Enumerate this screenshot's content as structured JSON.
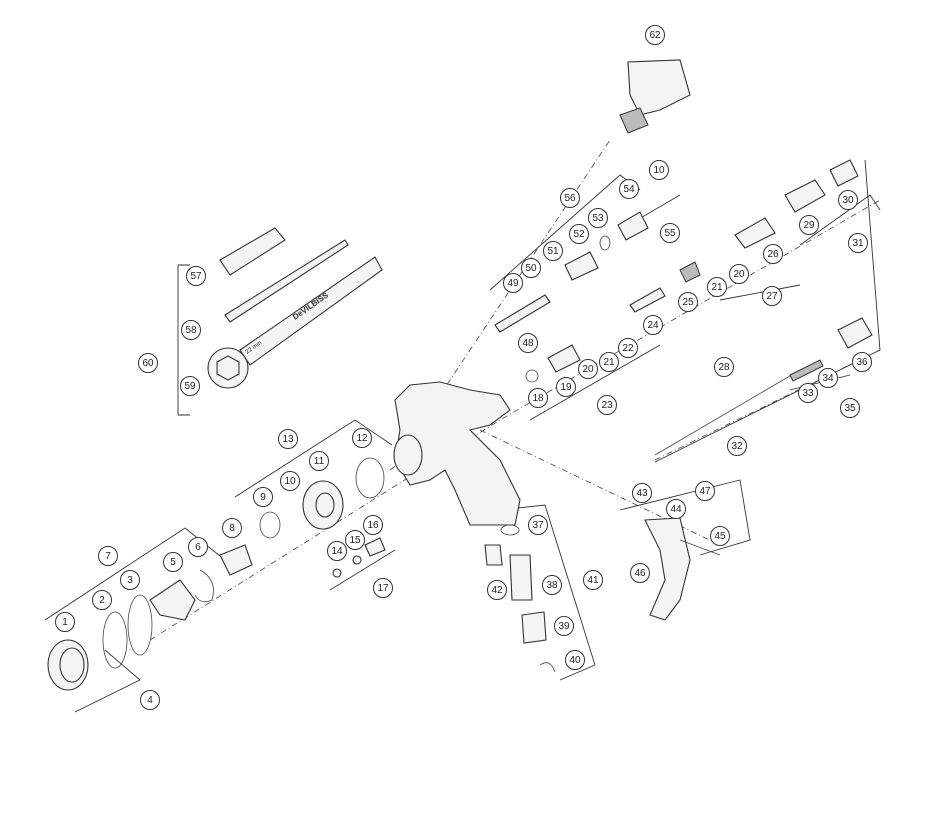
{
  "title": "Spray gun exploded parts diagram",
  "wrench_text": {
    "brand": "DeVILBISS",
    "size": "22 mm"
  },
  "callouts": [
    "62",
    "10",
    "56",
    "54",
    "53",
    "55",
    "52",
    "51",
    "50",
    "49",
    "30",
    "29",
    "31",
    "26",
    "20",
    "21",
    "27",
    "25",
    "24",
    "22",
    "21",
    "20",
    "19",
    "48",
    "18",
    "23",
    "28",
    "36",
    "34",
    "33",
    "35",
    "32",
    "57",
    "58",
    "60",
    "59",
    "13",
    "12",
    "11",
    "10",
    "9",
    "8",
    "16",
    "14",
    "15",
    "17",
    "7",
    "6",
    "5",
    "3",
    "2",
    "1",
    "4",
    "37",
    "38",
    "41",
    "42",
    "39",
    "40",
    "43",
    "47",
    "44",
    "45",
    "46"
  ]
}
